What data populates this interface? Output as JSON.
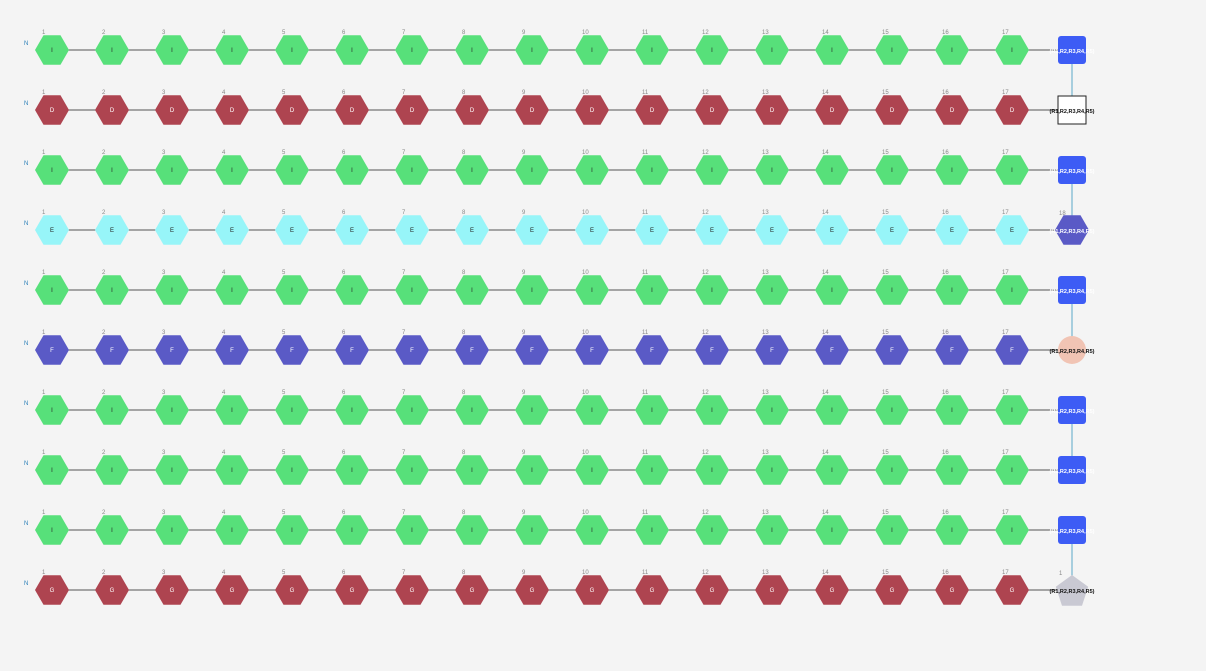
{
  "colors": {
    "background": "#f4f4f4",
    "bond": "#555555",
    "connector": "#5aa9c9",
    "n_label": "#2a7fb8",
    "index_label": "#888888",
    "I": "#57e07a",
    "D": "#ae4450",
    "E": "#97f5f8",
    "F": "#5a5ac6",
    "G": "#ae4450",
    "blue_square": "#3d5cf5",
    "pink_circle": "#f1c4b4",
    "grey_pentagon": "#c9c9d3",
    "white_square": "#ffffff"
  },
  "chains": [
    {
      "n_label": "N",
      "monomer": "I",
      "indices": [
        "1",
        "2",
        "3",
        "4",
        "5",
        "6",
        "7",
        "8",
        "9",
        "10",
        "11",
        "12",
        "13",
        "14",
        "15",
        "16",
        "17"
      ],
      "end_cap": {
        "shape": "blue-square",
        "label": "(R1,R2,R3,R4,R5)",
        "index": ""
      },
      "connect_next": true
    },
    {
      "n_label": "N",
      "monomer": "D",
      "indices": [
        "1",
        "2",
        "3",
        "4",
        "5",
        "6",
        "7",
        "8",
        "9",
        "10",
        "11",
        "12",
        "13",
        "14",
        "15",
        "16",
        "17"
      ],
      "end_cap": {
        "shape": "white-square",
        "label": "(R1,R2,R3,R4,R5)",
        "index": ""
      },
      "connect_next": false
    },
    {
      "n_label": "N",
      "monomer": "I",
      "indices": [
        "1",
        "2",
        "3",
        "4",
        "5",
        "6",
        "7",
        "8",
        "9",
        "10",
        "11",
        "12",
        "13",
        "14",
        "15",
        "16",
        "17"
      ],
      "end_cap": {
        "shape": "blue-square",
        "label": "(R1,R2,R3,R4,R5)",
        "index": ""
      },
      "connect_next": true
    },
    {
      "n_label": "N",
      "monomer": "E",
      "indices": [
        "1",
        "2",
        "3",
        "4",
        "5",
        "6",
        "7",
        "8",
        "9",
        "10",
        "11",
        "12",
        "13",
        "14",
        "15",
        "16",
        "17"
      ],
      "end_cap": {
        "shape": "purple-hexagon",
        "label": "(R1,R2,R3,R4,R5)",
        "index": "18"
      },
      "connect_next": false
    },
    {
      "n_label": "N",
      "monomer": "I",
      "indices": [
        "1",
        "2",
        "3",
        "4",
        "5",
        "6",
        "7",
        "8",
        "9",
        "10",
        "11",
        "12",
        "13",
        "14",
        "15",
        "16",
        "17"
      ],
      "end_cap": {
        "shape": "blue-square",
        "label": "(R1,R2,R3,R4,R5)",
        "index": ""
      },
      "connect_next": true
    },
    {
      "n_label": "N",
      "monomer": "F",
      "indices": [
        "1",
        "2",
        "3",
        "4",
        "5",
        "6",
        "7",
        "8",
        "9",
        "10",
        "11",
        "12",
        "13",
        "14",
        "15",
        "16",
        "17"
      ],
      "end_cap": {
        "shape": "pink-circle",
        "label": "(R1,R2,R3,R4,R5)",
        "index": ""
      },
      "connect_next": false
    },
    {
      "n_label": "N",
      "monomer": "I",
      "indices": [
        "1",
        "2",
        "3",
        "4",
        "5",
        "6",
        "7",
        "8",
        "9",
        "10",
        "11",
        "12",
        "13",
        "14",
        "15",
        "16",
        "17"
      ],
      "end_cap": {
        "shape": "blue-square",
        "label": "(R1,R2,R3,R4,R5)",
        "index": ""
      },
      "connect_next": true
    },
    {
      "n_label": "N",
      "monomer": "I",
      "indices": [
        "1",
        "2",
        "3",
        "4",
        "5",
        "6",
        "7",
        "8",
        "9",
        "10",
        "11",
        "12",
        "13",
        "14",
        "15",
        "16",
        "17"
      ],
      "end_cap": {
        "shape": "blue-square",
        "label": "(R1,R2,R3,R4,R5)",
        "index": ""
      },
      "connect_next": false
    },
    {
      "n_label": "N",
      "monomer": "I",
      "indices": [
        "1",
        "2",
        "3",
        "4",
        "5",
        "6",
        "7",
        "8",
        "9",
        "10",
        "11",
        "12",
        "13",
        "14",
        "15",
        "16",
        "17"
      ],
      "end_cap": {
        "shape": "blue-square",
        "label": "(R1,R2,R3,R4,R5)",
        "index": ""
      },
      "connect_next": true
    },
    {
      "n_label": "N",
      "monomer": "G",
      "indices": [
        "1",
        "2",
        "3",
        "4",
        "5",
        "6",
        "7",
        "8",
        "9",
        "10",
        "11",
        "12",
        "13",
        "14",
        "15",
        "16",
        "17"
      ],
      "end_cap": {
        "shape": "grey-pentagon",
        "label": "(R1,R2,R3,R4,R5)",
        "index": "1"
      },
      "connect_next": false
    }
  ]
}
